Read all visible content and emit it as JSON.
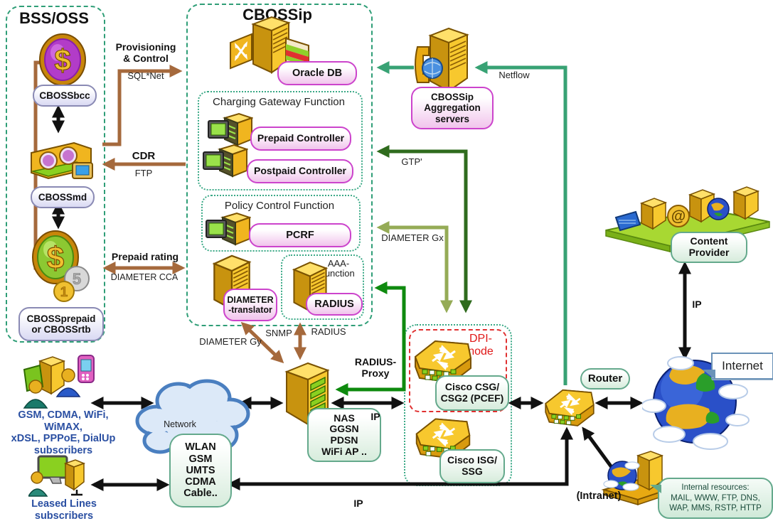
{
  "colors": {
    "box_dash_teal": "#2f9e77",
    "dpi_red": "#e03030",
    "bubble_pink_border": "#cc44cc",
    "bubble_green_border": "#64a98c",
    "bubble_lavender_border": "#8a8ab4",
    "arrow_black": "#111111",
    "arrow_brown": "#a5693c",
    "arrow_dark_green": "#2f6b1d",
    "arrow_olive_green": "#95ab56",
    "arrow_bright_green": "#0e8a0e",
    "arrow_teal_green": "#38a274",
    "subscriber_text_blue": "#2a4fa2"
  },
  "bss": {
    "title": "BSS/OSS",
    "bcc": "CBOSSbcc",
    "md": "CBOSSmd",
    "prepaid": [
      "CBOSSprepaid",
      "or CBOSSrtb"
    ]
  },
  "flows_left": {
    "provisioning": [
      "Provisioning",
      "& Control"
    ],
    "provisioning_proto": "SQL*Net",
    "cdr": "CDR",
    "cdr_proto": "FTP",
    "rating": "Prepaid rating",
    "rating_proto": "DIAMETER CCA"
  },
  "cbossip": {
    "title": "CBOSSip",
    "oracle": "Oracle DB",
    "cgf_title": "Charging Gateway Function",
    "prepaid_controller": "Prepaid Controller",
    "postpaid_controller": "Postpaid Controller",
    "pcf_title": "Policy Control Function",
    "pcrf": "PCRF",
    "translator": [
      "DIAMETER",
      "-translator"
    ],
    "aaa": [
      "AAA-",
      "function"
    ],
    "radius": "RADIUS"
  },
  "aggregation": {
    "label": [
      "CBOSSip",
      "Aggregation",
      "servers"
    ],
    "netflow": "Netflow"
  },
  "protocols": {
    "gtp": "GTP'",
    "diameter_gx": "DIAMETER Gx",
    "radius_proxy": [
      "RADIUS-",
      "Proxy"
    ],
    "diameter_gy": "DIAMETER Gy",
    "snmp": "SNMP",
    "radius": "RADIUS",
    "ip_mid": "IP",
    "ip_bottom": "IP",
    "ip_content": "IP"
  },
  "access": {
    "nas": [
      "NAS",
      "GGSN",
      "PDSN",
      "WiFi AP .."
    ],
    "wlan": [
      "WLAN",
      "GSM",
      "UMTS",
      "CDMA",
      "Cable.."
    ],
    "network": "Network"
  },
  "dpi": {
    "title": [
      "DPI-",
      "node"
    ],
    "csg": [
      "Cisco CSG/",
      "CSG2 (PCEF)"
    ],
    "isg": [
      "Cisco ISG/",
      "SSG"
    ]
  },
  "right": {
    "router": "Router",
    "internet": "Internet",
    "content": [
      "Content",
      "Provider"
    ],
    "intranet": "(Intranet)",
    "internal": [
      "Internal resources:",
      "MAIL, WWW, FTP, DNS,",
      "WAP, MMS, RSTP, HTTP"
    ]
  },
  "subscribers": {
    "mobile": [
      "GSM, CDMA, WiFi, WiMAX,",
      "xDSL, PPPoE, DialUp",
      "subscribers"
    ],
    "leased": [
      "Leased Lines",
      "subscribers"
    ]
  }
}
